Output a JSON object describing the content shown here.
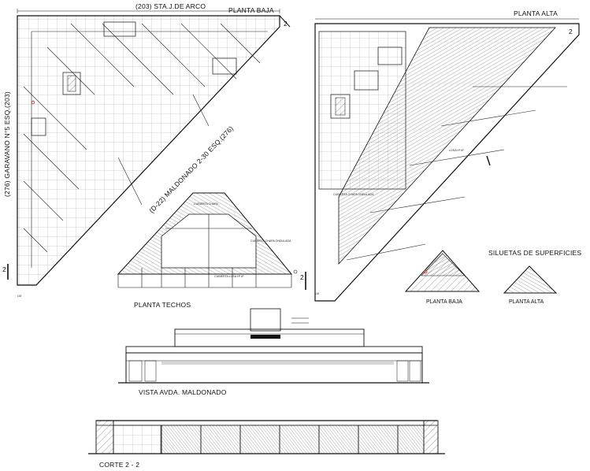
{
  "titles": {
    "top_street": "(203) STA.J.DE ARCO",
    "planta_baja": "PLANTA BAJA",
    "planta_alta": "PLANTA ALTA",
    "side_street": "(276) GARAVANO N°5 ESQ.(203)",
    "diag_street": "(D-22) MALDONADO 2-30 ESQ.(276)",
    "planta_techos": "PLANTA TECHOS",
    "siluetas": "SILUETAS DE SUPERFICIES",
    "silueta_baja": "PLANTA BAJA",
    "silueta_alta": "PLANTA ALTA",
    "vista": "VISTA AVDA. MALDONADO",
    "corte": "CORTE 2 - 2"
  },
  "markers": {
    "section_num": "2",
    "lm": "LM"
  },
  "notes": {
    "techos_cubierta_top": "CUBIERTA CHAPA",
    "techos_cubierta_mid": "CUBIERTA CHAPA ONDULADA",
    "techos_losa": "CUBIERTA LOSA Hº Aº",
    "alta_losa": "LOSA Hº Aº",
    "alta_cubierta": "CUBIERTA CHAPA ONDULADA"
  },
  "colors": {
    "line": "#111111",
    "grid": "#555555",
    "hatch": "#333333",
    "accent_red": "#cc2222"
  }
}
